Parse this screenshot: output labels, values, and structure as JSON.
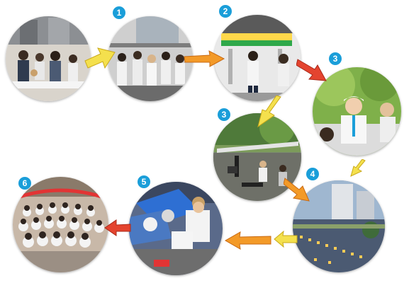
{
  "steps": [
    {
      "badge": "",
      "scene": "registration-crowd",
      "base_color": "#d9d4cc"
    },
    {
      "badge": "1",
      "scene": "volunteers-gathering",
      "base_color": "#cfcfcf"
    },
    {
      "badge": "2",
      "scene": "stage-building",
      "base_color": "#e9e9e9"
    },
    {
      "badge": "3",
      "scene": "smiling-volunteer",
      "base_color": "#7fb04a"
    },
    {
      "badge": "3",
      "scene": "outdoor-stage",
      "base_color": "#7a8b6f"
    },
    {
      "badge": "4",
      "scene": "evening-lanterns",
      "base_color": "#6f8fb3"
    },
    {
      "badge": "5",
      "scene": "cleanup",
      "base_color": "#5a6a8a"
    },
    {
      "badge": "6",
      "scene": "group-photo",
      "base_color": "#c8b8a8"
    }
  ],
  "colors": {
    "badge": "#1a9ed9",
    "arrow_yellow": "#f4e04d",
    "arrow_orange": "#f39a28",
    "arrow_red": "#e4442f"
  }
}
